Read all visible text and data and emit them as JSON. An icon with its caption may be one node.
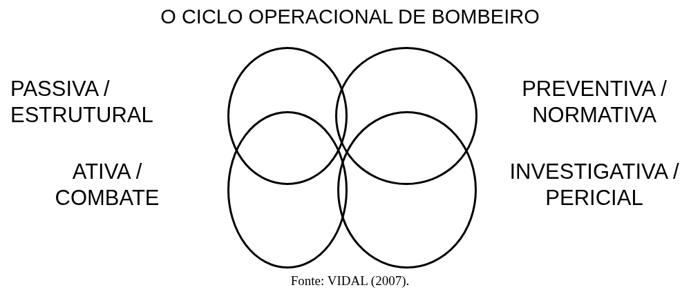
{
  "diagram": {
    "title": "O CICLO OPERACIONAL DE BOMBEIRO",
    "caption": "Fonte: VIDAL (2007).",
    "nodes": [
      {
        "text": [],
        "shape": "circle",
        "beside": [
          "PASSIVA / ESTRUTURAL"
        ]
      },
      {
        "text": [],
        "shape": "circle",
        "beside": [
          "PREVENTIVA / NORMATIVA"
        ]
      },
      {
        "text": [],
        "shape": "circle",
        "beside": [
          "ATIVA / COMBATE"
        ]
      },
      {
        "text": [],
        "shape": "circle",
        "beside": [
          "INVESTIGATIVA / PERICIAL"
        ]
      }
    ],
    "edges": []
  }
}
